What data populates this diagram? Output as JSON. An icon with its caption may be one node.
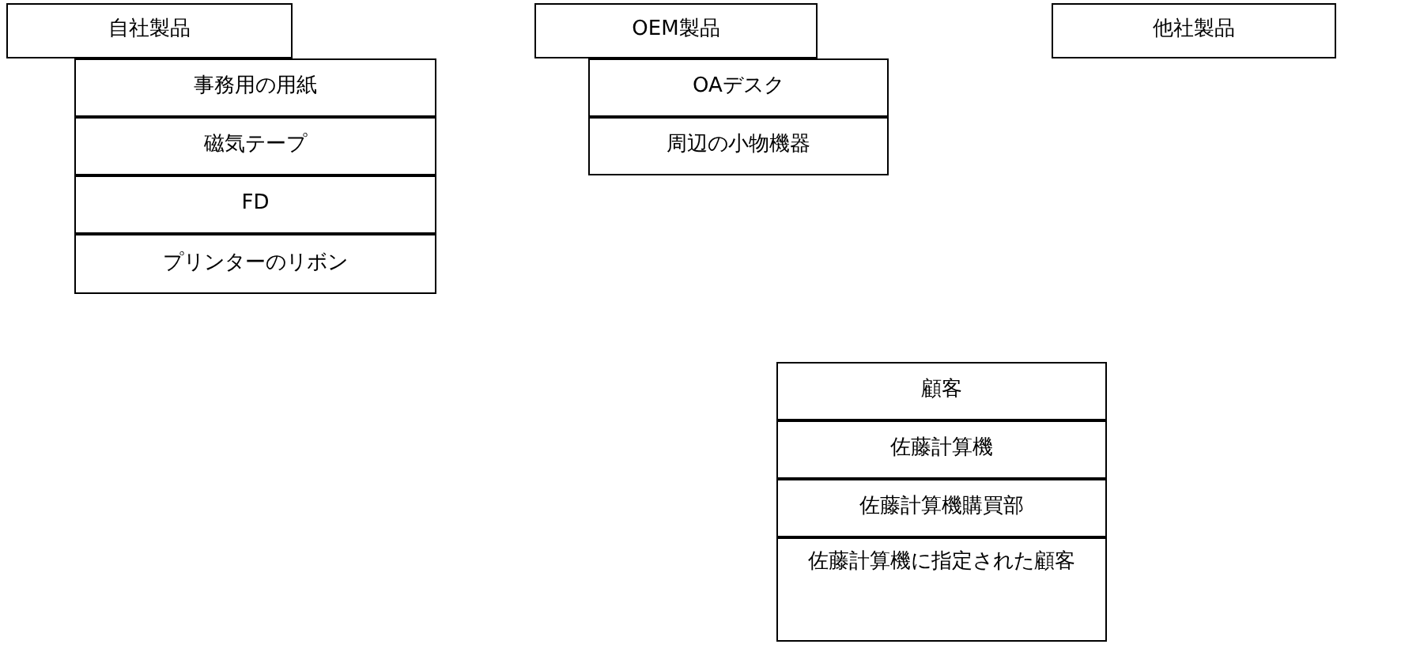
{
  "diagram": {
    "nodes": [
      {
        "text": [
          "自社製品"
        ]
      },
      {
        "text": [
          "事務用の用紙"
        ]
      },
      {
        "text": [
          "磁気テープ"
        ]
      },
      {
        "text": [
          "FD"
        ]
      },
      {
        "text": [
          "プリンターのリボン"
        ]
      },
      {
        "text": [
          "OEM製品"
        ]
      },
      {
        "text": [
          "OAデスク"
        ]
      },
      {
        "text": [
          "周辺の小物機器"
        ]
      },
      {
        "text": [
          "他社製品"
        ]
      },
      {
        "text": [
          "顧客"
        ]
      },
      {
        "text": [
          "佐藤計算機"
        ]
      },
      {
        "text": [
          "佐藤計算機購買部"
        ]
      },
      {
        "text": [
          "佐藤計算機に指定された顧客"
        ]
      }
    ]
  }
}
